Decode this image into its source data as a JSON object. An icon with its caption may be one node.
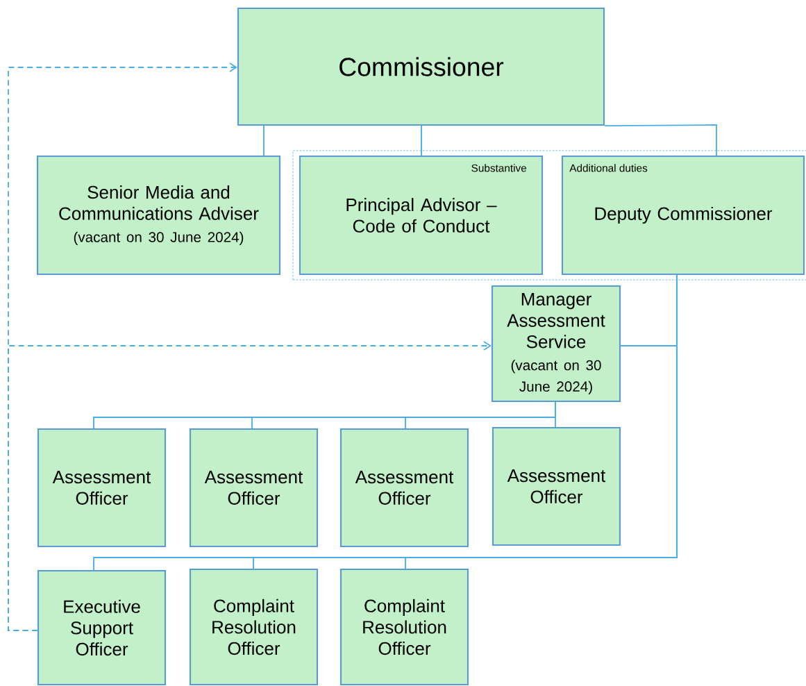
{
  "diagram": {
    "nodes": [
      {
        "text": [
          "Commissioner"
        ]
      },
      {
        "text": [
          "Senior Media and Communications Adviser",
          "(vacant on 30 June 2024)"
        ]
      },
      {
        "text": [],
        "shape": "box"
      },
      {
        "text": [
          "Substantive",
          "Principal Advisor – Code of Conduct"
        ],
        "in": 2
      },
      {
        "text": [
          "Additional duties",
          "Deputy Commissioner"
        ],
        "in": 2
      },
      {
        "text": [
          "Manager Assessment Service",
          "(vacant on 30 June 2024)"
        ]
      },
      {
        "text": [
          "Assessment Officer"
        ]
      },
      {
        "text": [
          "Assessment Officer"
        ]
      },
      {
        "text": [
          "Assessment Officer"
        ]
      },
      {
        "text": [
          "Assessment Officer"
        ]
      },
      {
        "text": [
          "Executive Support Officer"
        ]
      },
      {
        "text": [
          "Complaint Resolution Officer"
        ]
      },
      {
        "text": [
          "Complaint Resolution Officer"
        ]
      }
    ],
    "edges": [
      {
        "from": 0,
        "to": 1,
        "arrow": "none"
      },
      {
        "from": 0,
        "to": 3,
        "arrow": "none"
      },
      {
        "from": 0,
        "to": 4,
        "arrow": "none"
      },
      {
        "from": 4,
        "to": 5,
        "arrow": "none"
      },
      {
        "from": 5,
        "to": 6,
        "arrow": "none"
      },
      {
        "from": 5,
        "to": 7,
        "arrow": "none"
      },
      {
        "from": 5,
        "to": 8,
        "arrow": "none"
      },
      {
        "from": 5,
        "to": 9,
        "arrow": "none"
      },
      {
        "from": 4,
        "to": 10,
        "arrow": "none"
      },
      {
        "from": 4,
        "to": 11,
        "arrow": "none"
      },
      {
        "from": 4,
        "to": 12,
        "arrow": "none"
      },
      {
        "from": 10,
        "to": 0,
        "arrow": "to",
        "style": "dashed"
      },
      {
        "from": 10,
        "to": 5,
        "arrow": "to",
        "style": "dashed"
      }
    ]
  }
}
